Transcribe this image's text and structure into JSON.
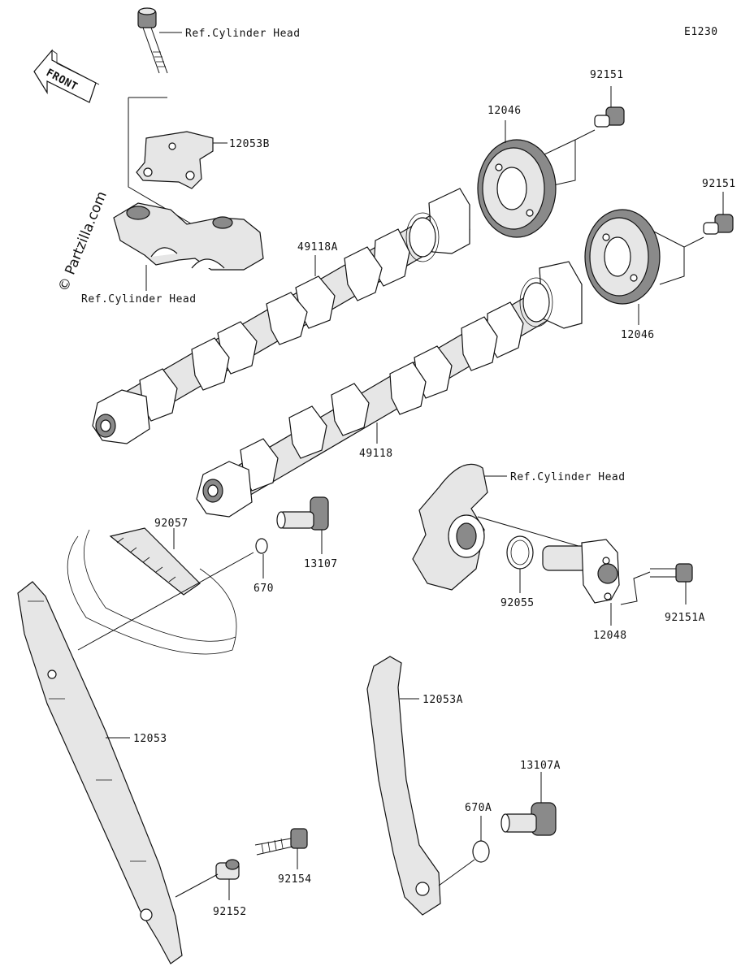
{
  "diagram": {
    "code": "E1230",
    "watermark": "© Partzilla.com",
    "front_label": "FRONT",
    "labels": {
      "ref_cyl_head_top": "Ref.Cylinder Head",
      "ref_cyl_head_left": "Ref.Cylinder Head",
      "ref_cyl_head_right": "Ref.Cylinder Head",
      "p12053B": "12053B",
      "p92151_top": "92151",
      "p92151_right": "92151",
      "p12046_top": "12046",
      "p12046_right": "12046",
      "p49118A": "49118A",
      "p49118": "49118",
      "p92057": "92057",
      "p670": "670",
      "p13107": "13107",
      "p92055": "92055",
      "p12048": "12048",
      "p92151A": "92151A",
      "p12053A": "12053A",
      "p12053": "12053",
      "p13107A": "13107A",
      "p670A": "670A",
      "p92154": "92154",
      "p92152": "92152"
    }
  }
}
